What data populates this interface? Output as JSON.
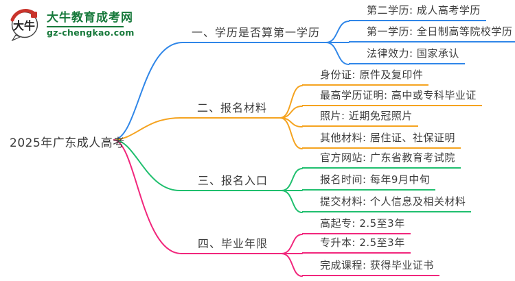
{
  "logo": {
    "icon_text": "大牛",
    "title": "大牛教育成考网",
    "domain": "gz-chengkao.com",
    "brand_color": "#17793b",
    "seal_color": "#c9342c",
    "outline_color": "#3f3f3f"
  },
  "root": {
    "label": "2025年广东成人高考"
  },
  "branches": [
    {
      "label": "一、学历是否算第一学历",
      "color": "#2f86e8",
      "children": [
        {
          "text": "第二学历: 成人高考学历"
        },
        {
          "text": "第一学历: 全日制高等院校学历"
        },
        {
          "text": "法律效力: 国家承认"
        }
      ]
    },
    {
      "label": "二、报名材料",
      "color": "#f5a31f",
      "children": [
        {
          "text": "身份证: 原件及复印件"
        },
        {
          "text": "最高学历证明: 高中或专科毕业证"
        },
        {
          "text": "照片: 近期免冠照片"
        },
        {
          "text": "其他材料: 居住证、社保证明"
        }
      ]
    },
    {
      "label": "三、报名入口",
      "color": "#1fbf6e",
      "children": [
        {
          "text": "官方网站: 广东省教育考试院"
        },
        {
          "text": "报名时间: 每年9月中旬"
        },
        {
          "text": "提交材料: 个人信息及相关材料"
        }
      ]
    },
    {
      "label": "四、毕业年限",
      "color": "#f1267c",
      "children": [
        {
          "text": "高起专: 2.5至3年"
        },
        {
          "text": "专升本: 2.5至3年"
        },
        {
          "text": "完成课程: 获得毕业证书"
        }
      ]
    }
  ]
}
